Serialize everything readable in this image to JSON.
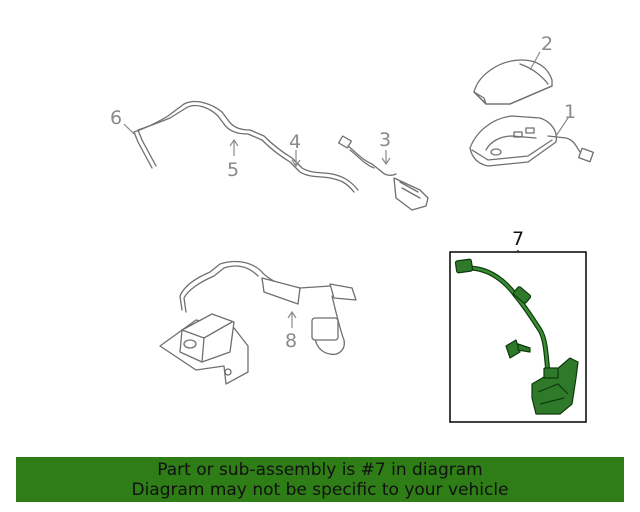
{
  "callouts": {
    "c1": "1",
    "c2": "2",
    "c3": "3",
    "c4": "4",
    "c5": "5",
    "c6": "6",
    "c7": "7",
    "c8": "8"
  },
  "banner": {
    "line1": "Part or sub-assembly is #7 in diagram",
    "line2": "Diagram may not be specific to your vehicle"
  },
  "colors": {
    "highlight": "#2e7d16",
    "line_art": "#6f6f6f"
  }
}
